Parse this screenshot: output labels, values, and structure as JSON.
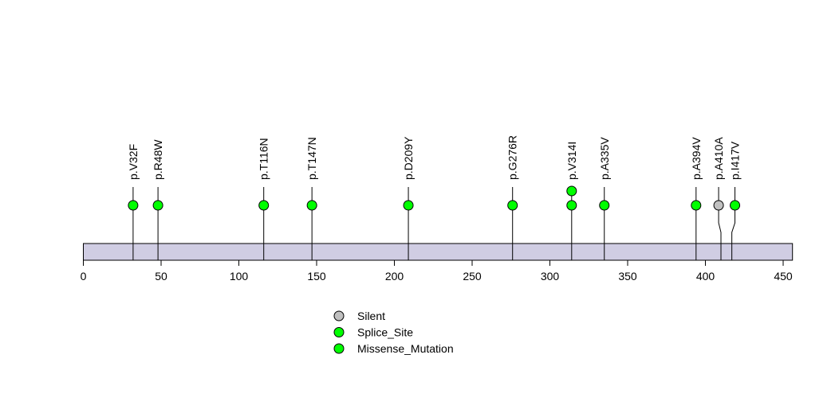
{
  "chart_data": {
    "type": "lollipop",
    "xlim": [
      0,
      456
    ],
    "x_ticks": [
      0,
      50,
      100,
      150,
      200,
      250,
      300,
      350,
      400,
      450
    ],
    "mutations": [
      {
        "label": "p.V32F",
        "position": 32,
        "count": 1,
        "type": "Missense_Mutation"
      },
      {
        "label": "p.R48W",
        "position": 48,
        "count": 1,
        "type": "Missense_Mutation"
      },
      {
        "label": "p.T116N",
        "position": 116,
        "count": 1,
        "type": "Missense_Mutation"
      },
      {
        "label": "p.T147N",
        "position": 147,
        "count": 1,
        "type": "Missense_Mutation"
      },
      {
        "label": "p.D209Y",
        "position": 209,
        "count": 1,
        "type": "Missense_Mutation"
      },
      {
        "label": "p.G276R",
        "position": 276,
        "count": 1,
        "type": "Missense_Mutation"
      },
      {
        "label": "p.V314I",
        "position": 314,
        "count": 2,
        "type": "Missense_Mutation"
      },
      {
        "label": "p.A335V",
        "position": 335,
        "count": 1,
        "type": "Missense_Mutation"
      },
      {
        "label": "p.A394V",
        "position": 394,
        "count": 1,
        "type": "Missense_Mutation"
      },
      {
        "label": "p.A410A",
        "position": 410,
        "count": 1,
        "type": "Silent"
      },
      {
        "label": "p.I417V",
        "position": 417,
        "count": 1,
        "type": "Missense_Mutation"
      }
    ],
    "legend": [
      {
        "label": "Silent",
        "color": "#c0c0c0"
      },
      {
        "label": "Splice_Site",
        "color": "#00ff00"
      },
      {
        "label": "Missense_Mutation",
        "color": "#00ff00"
      }
    ],
    "colors": {
      "Silent": "#c0c0c0",
      "Splice_Site": "#00ff00",
      "Missense_Mutation": "#00ff00",
      "protein_bar": "#d0cde3"
    }
  }
}
